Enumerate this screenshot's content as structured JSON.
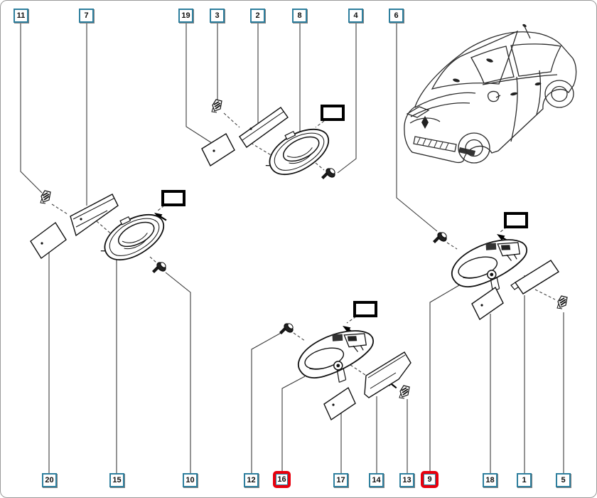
{
  "diagram": {
    "kind": "exploded-parts-diagram",
    "subject": "door-handle-assemblies-with-car-illustration"
  },
  "colors": {
    "background": "#ffffff",
    "callout_border": "#2e7f9e",
    "highlight_red": "#e8000d",
    "line_art": "#1a1a1a"
  },
  "callouts": {
    "c1": {
      "label": "1",
      "highlighted": false
    },
    "c2": {
      "label": "2",
      "highlighted": false
    },
    "c3": {
      "label": "3",
      "highlighted": false
    },
    "c4": {
      "label": "4",
      "highlighted": false
    },
    "c5": {
      "label": "5",
      "highlighted": false
    },
    "c6": {
      "label": "6",
      "highlighted": false
    },
    "c7": {
      "label": "7",
      "highlighted": false
    },
    "c8": {
      "label": "8",
      "highlighted": false
    },
    "c9": {
      "label": "9",
      "highlighted": true
    },
    "c10": {
      "label": "10",
      "highlighted": false
    },
    "c11": {
      "label": "11",
      "highlighted": false
    },
    "c12": {
      "label": "12",
      "highlighted": false
    },
    "c13": {
      "label": "13",
      "highlighted": false
    },
    "c14": {
      "label": "14",
      "highlighted": false
    },
    "c15": {
      "label": "15",
      "highlighted": false
    },
    "c16": {
      "label": "16",
      "highlighted": true
    },
    "c17": {
      "label": "17",
      "highlighted": false
    },
    "c18": {
      "label": "18",
      "highlighted": false
    },
    "c19": {
      "label": "19",
      "highlighted": false
    },
    "c20": {
      "label": "20",
      "highlighted": false
    }
  }
}
